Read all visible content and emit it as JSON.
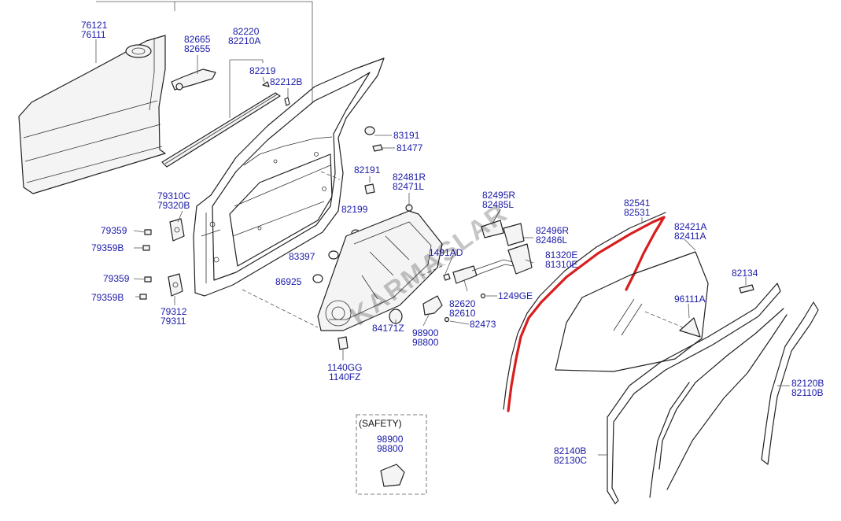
{
  "diagram": {
    "highlight_color": "#d81e1e",
    "label_color": "#1a1aa8",
    "watermark_text": "KARMASLAR",
    "safety_box": {
      "title": "(SAFETY)",
      "codes": [
        "98900",
        "98800"
      ]
    },
    "parts": {
      "p76121": [
        "76121",
        "76111"
      ],
      "p82665": [
        "82665",
        "82655"
      ],
      "p82220": [
        "82220",
        "82210A"
      ],
      "p82219": [
        "82219"
      ],
      "p82212B": [
        "82212B"
      ],
      "p83191": [
        "83191"
      ],
      "p81477": [
        "81477"
      ],
      "p82191": [
        "82191"
      ],
      "p82481R": [
        "82481R",
        "82471L"
      ],
      "p82199": [
        "82199"
      ],
      "p83397": [
        "83397"
      ],
      "p86925": [
        "86925"
      ],
      "p79310C": [
        "79310C",
        "79320B"
      ],
      "p79359a": [
        "79359"
      ],
      "p79359Ba": [
        "79359B"
      ],
      "p79359b": [
        "79359"
      ],
      "p79359Bb": [
        "79359B"
      ],
      "p79312": [
        "79312",
        "79311"
      ],
      "p1140GG": [
        "1140GG",
        "1140FZ"
      ],
      "p84171Z": [
        "84171Z"
      ],
      "p98900": [
        "98900",
        "98800"
      ],
      "p82473": [
        "82473"
      ],
      "p82620": [
        "82620",
        "82610"
      ],
      "p1249GE": [
        "1249GE"
      ],
      "p1491AD": [
        "1491AD"
      ],
      "p82495R": [
        "82495R",
        "82485L"
      ],
      "p82496R": [
        "82496R",
        "82486L"
      ],
      "p81320E": [
        "81320E",
        "81310E"
      ],
      "p82541": [
        "82541",
        "82531"
      ],
      "p82421A": [
        "82421A",
        "82411A"
      ],
      "p82134": [
        "82134"
      ],
      "p96111A": [
        "96111A"
      ],
      "p82120B": [
        "82120B",
        "82110B"
      ],
      "p82140B": [
        "82140B",
        "82130C"
      ]
    }
  }
}
